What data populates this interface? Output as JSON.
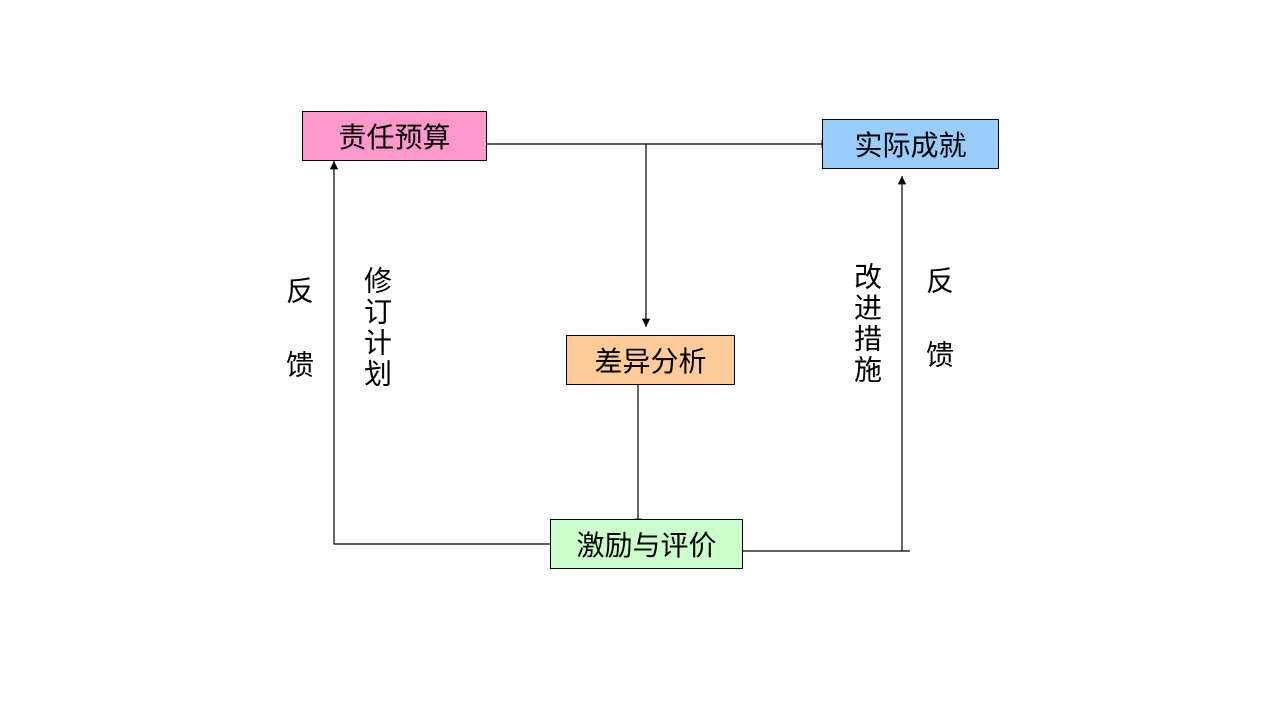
{
  "nodes": {
    "budget": {
      "label": "责任预算",
      "color": "#ff99cc"
    },
    "actual": {
      "label": "实际成就",
      "color": "#99ccff"
    },
    "variance": {
      "label": "差异分析",
      "color": "#ffcc99"
    },
    "incentive": {
      "label": "激励与评价",
      "color": "#ccffcc"
    }
  },
  "labels": {
    "feedback_left": "反馈",
    "revise_plan": "修订计划",
    "improve_measures": "改进措施",
    "feedback_right": "反馈"
  }
}
